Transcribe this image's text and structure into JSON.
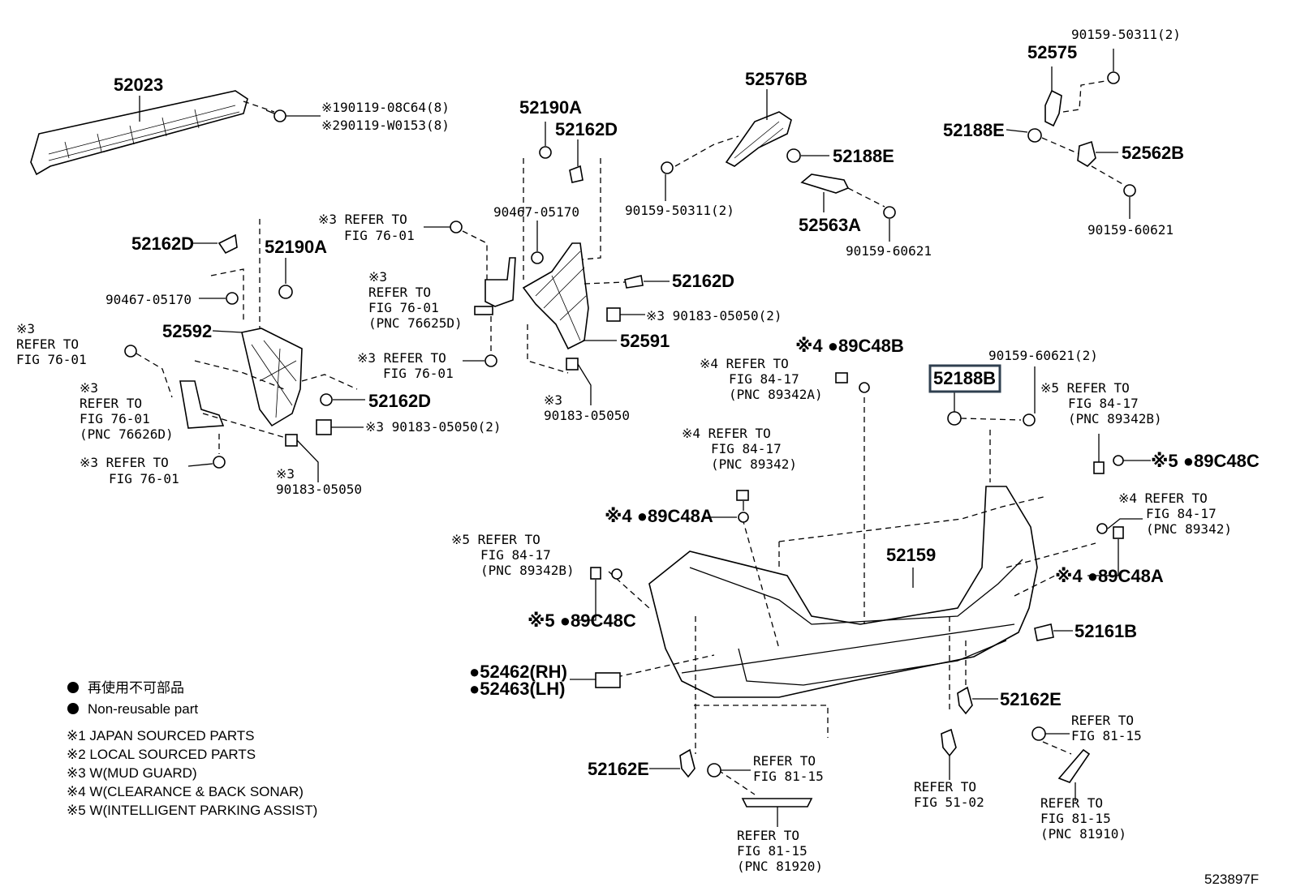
{
  "diagram_code": "523897F",
  "highlighted_part": "52188B",
  "legend": {
    "bullet_jp": "再使用不可部品",
    "bullet_en": "Non-reusable part",
    "notes": [
      "※1 JAPAN SOURCED PARTS",
      "※2 LOCAL SOURCED PARTS",
      "※3 W(MUD GUARD)",
      "※4 W(CLEARANCE & BACK SONAR)",
      "※5 W(INTELLIGENT PARKING ASSIST)"
    ]
  },
  "labels": {
    "p52023": "52023",
    "b1": "※190119-08C64(8)",
    "b2": "※290119-W0153(8)",
    "p52190A_top": "52190A",
    "p52162D_top": "52162D",
    "p52576B": "52576B",
    "p52188E_mid": "52188E",
    "p90159_50311_mid": "90159-50311(2)",
    "p52563A": "52563A",
    "p90159_60621_mid": "90159-60621",
    "p90159_50311_r": "90159-50311(2)",
    "p52575": "52575",
    "p52188E_r": "52188E",
    "p52562B": "52562B",
    "p90159_60621_r": "90159-60621",
    "p52162D_l": "52162D",
    "p52190A_l": "52190A",
    "p90467_l": "90467-05170",
    "p52592": "52592",
    "ref_l1_a": "※3",
    "ref_l1_b": "REFER TO",
    "ref_l1_c": "FIG 76-01",
    "ref_l2_a": "※3",
    "ref_l2_b": "REFER TO",
    "ref_l2_c": "FIG 76-01",
    "ref_l2_d": "(PNC 76626D)",
    "ref_l3_a": "※3 REFER TO",
    "ref_l3_b": "FIG 76-01",
    "p52162D_l2": "52162D",
    "p90183_l": "※3 90183-05050(2)",
    "p90183_l2a": "※3",
    "p90183_l2b": "90183-05050",
    "ref_c1_a": "※3 REFER TO",
    "ref_c1_b": "FIG 76-01",
    "ref_c2_a": "※3",
    "ref_c2_b": "REFER TO",
    "ref_c2_c": "FIG 76-01",
    "ref_c2_d": "(PNC 76625D)",
    "ref_c3_a": "※3 REFER TO",
    "ref_c3_b": "FIG 76-01",
    "p90467_c": "90467-05170",
    "p52162D_c": "52162D",
    "p90183_c": "※3 90183-05050(2)",
    "p52591": "52591",
    "p90183_c2a": "※3",
    "p90183_c2b": "90183-05050",
    "p89C48B": "※4 ●89C48B",
    "ref_s1_a": "※4 REFER TO",
    "ref_s1_b": "FIG 84-17",
    "ref_s1_c": "(PNC 89342A)",
    "ref_s2_a": "※4 REFER TO",
    "ref_s2_b": "FIG 84-17",
    "ref_s2_c": "(PNC 89342)",
    "p89C48A_l": "※4 ●89C48A",
    "ref_s3_a": "※5 REFER TO",
    "ref_s3_b": "FIG 84-17",
    "ref_s3_c": "(PNC 89342B)",
    "p89C48C_l": "※5 ●89C48C",
    "p52188B": "52188B",
    "p90159_60621_b": "90159-60621(2)",
    "ref_s4_a": "※5 REFER TO",
    "ref_s4_b": "FIG 84-17",
    "ref_s4_c": "(PNC 89342B)",
    "p89C48C_r": "※5 ●89C48C",
    "ref_s5_a": "※4 REFER TO",
    "ref_s5_b": "FIG 84-17",
    "ref_s5_c": "(PNC 89342)",
    "p89C48A_r": "※4 ●89C48A",
    "p52159": "52159",
    "p52161B": "52161B",
    "p52462": "●52462(RH)",
    "p52463": "●52463(LH)",
    "p52162E_r": "52162E",
    "p52162E_l": "52162E",
    "ref_b1_a": "REFER TO",
    "ref_b1_b": "FIG 81-15",
    "ref_b2_a": "REFER TO",
    "ref_b2_b": "FIG 81-15",
    "ref_b2_c": "(PNC 81920)",
    "ref_b3_a": "REFER TO",
    "ref_b3_b": "FIG 51-02",
    "ref_b4_a": "REFER TO",
    "ref_b4_b": "FIG 81-15",
    "ref_b5_a": "REFER TO",
    "ref_b5_b": "FIG 81-15",
    "ref_b5_c": "(PNC 81910)"
  }
}
